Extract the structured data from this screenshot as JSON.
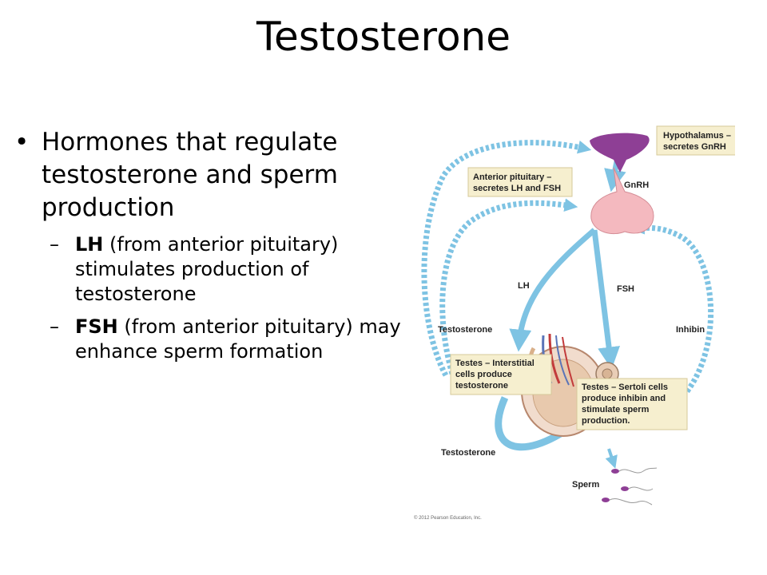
{
  "slide": {
    "title": "Testosterone"
  },
  "bullets": {
    "main": "Hormones that regulate testosterone and sperm production",
    "sub": [
      {
        "term": "LH",
        "text": " (from anterior pituitary) stimulates production of testosterone"
      },
      {
        "term": "FSH",
        "text": " (from anterior pituitary) may enhance sperm formation"
      }
    ]
  },
  "diagram": {
    "hypothalamus_label": [
      "Hypothalamus –",
      "secretes GnRH"
    ],
    "pituitary_label": [
      "Anterior pituitary –",
      "secretes LH and FSH"
    ],
    "gnrh": "GnRH",
    "lh": "LH",
    "fsh": "FSH",
    "testosterone_feedback": "Testosterone",
    "inhibin": "Inhibin",
    "interstitial_label": [
      "Testes – Interstitial",
      "cells produce",
      "testosterone"
    ],
    "sertoli_label": [
      "Testes – Sertoli cells",
      "produce inhibin and",
      "stimulate sperm",
      "production."
    ],
    "testosterone_local": "Testosterone",
    "sperm": "Sperm",
    "copyright": "© 2012 Pearson Education, Inc.",
    "colors": {
      "arrow": "#7ec3e3",
      "label_box": "#f6efcf",
      "hypothalamus": "#8e3f95",
      "pituitary": "#f4b9bf"
    }
  }
}
